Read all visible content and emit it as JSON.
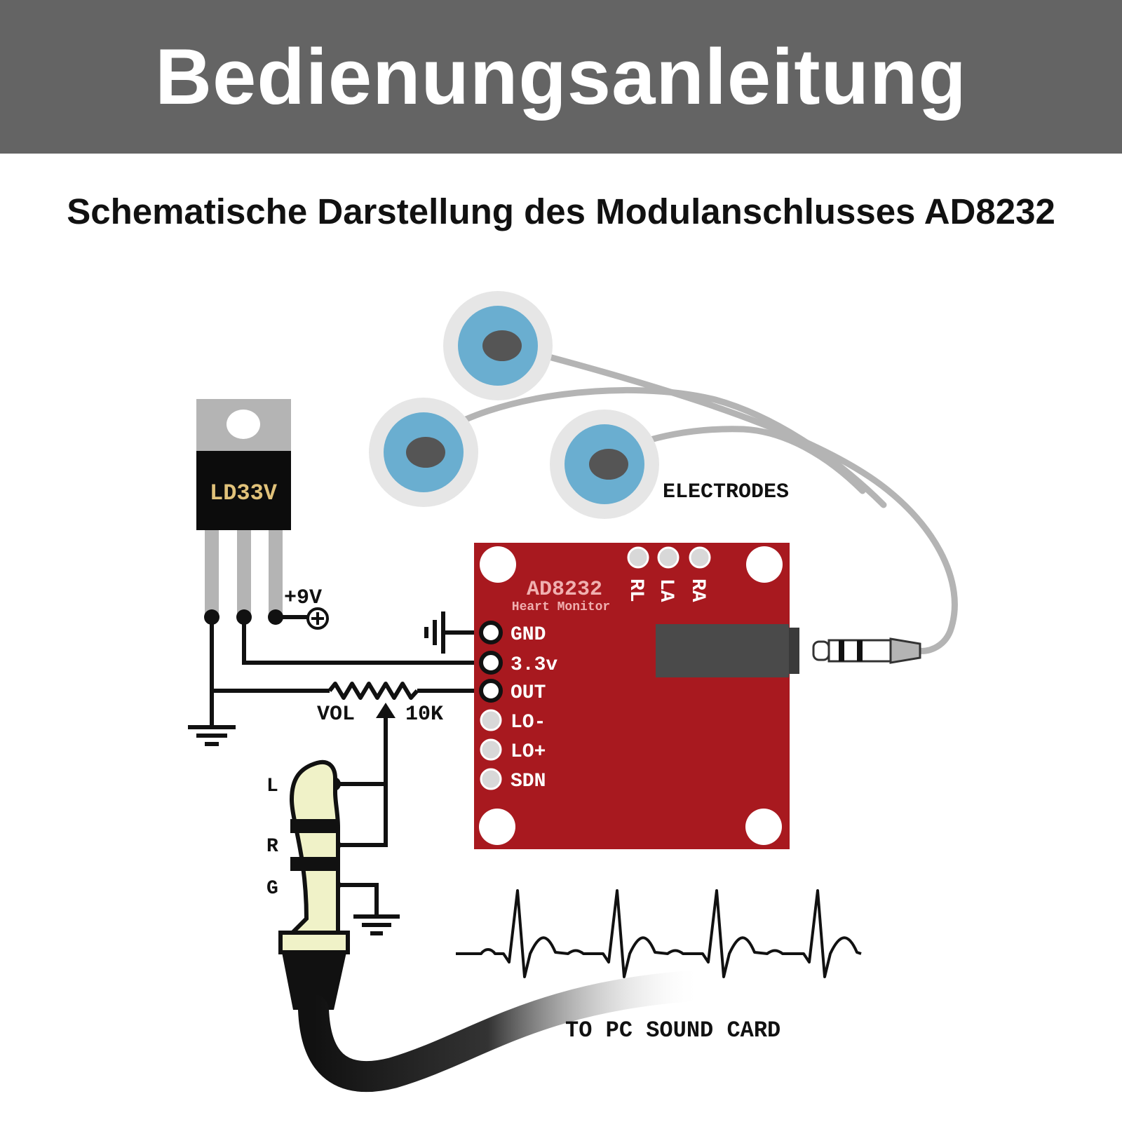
{
  "header": {
    "title": "Bedienungsanleitung",
    "background": "#646464"
  },
  "subtitle": "Schematische Darstellung des Modulanschlusses AD8232",
  "regulator": {
    "label": "LD33V",
    "supply_label": "+9V"
  },
  "electrodes_label": "ELECTRODES",
  "board": {
    "name": "AD8232",
    "subname": "Heart Monitor",
    "top_pins": [
      "RL",
      "LA",
      "RA"
    ],
    "side_pins": [
      "GND",
      "3.3v",
      "OUT",
      "LO-",
      "LO+",
      "SDN"
    ],
    "color": "#a8191f"
  },
  "potentiometer": {
    "label_left": "VOL",
    "label_right": "10K"
  },
  "jack": {
    "labels": [
      "L",
      "R",
      "G"
    ]
  },
  "output_label": "TO PC SOUND CARD",
  "icons": [
    "ground-icon",
    "plus-terminal-icon",
    "ecg-waveform-icon",
    "audio-plug-icon",
    "electrode-icon"
  ],
  "colors": {
    "electrode_blue": "#6aaed0",
    "electrode_ring": "#e6e6e6",
    "cable_gray": "#b4b4b4",
    "plug_cream": "#f0f2c8"
  }
}
